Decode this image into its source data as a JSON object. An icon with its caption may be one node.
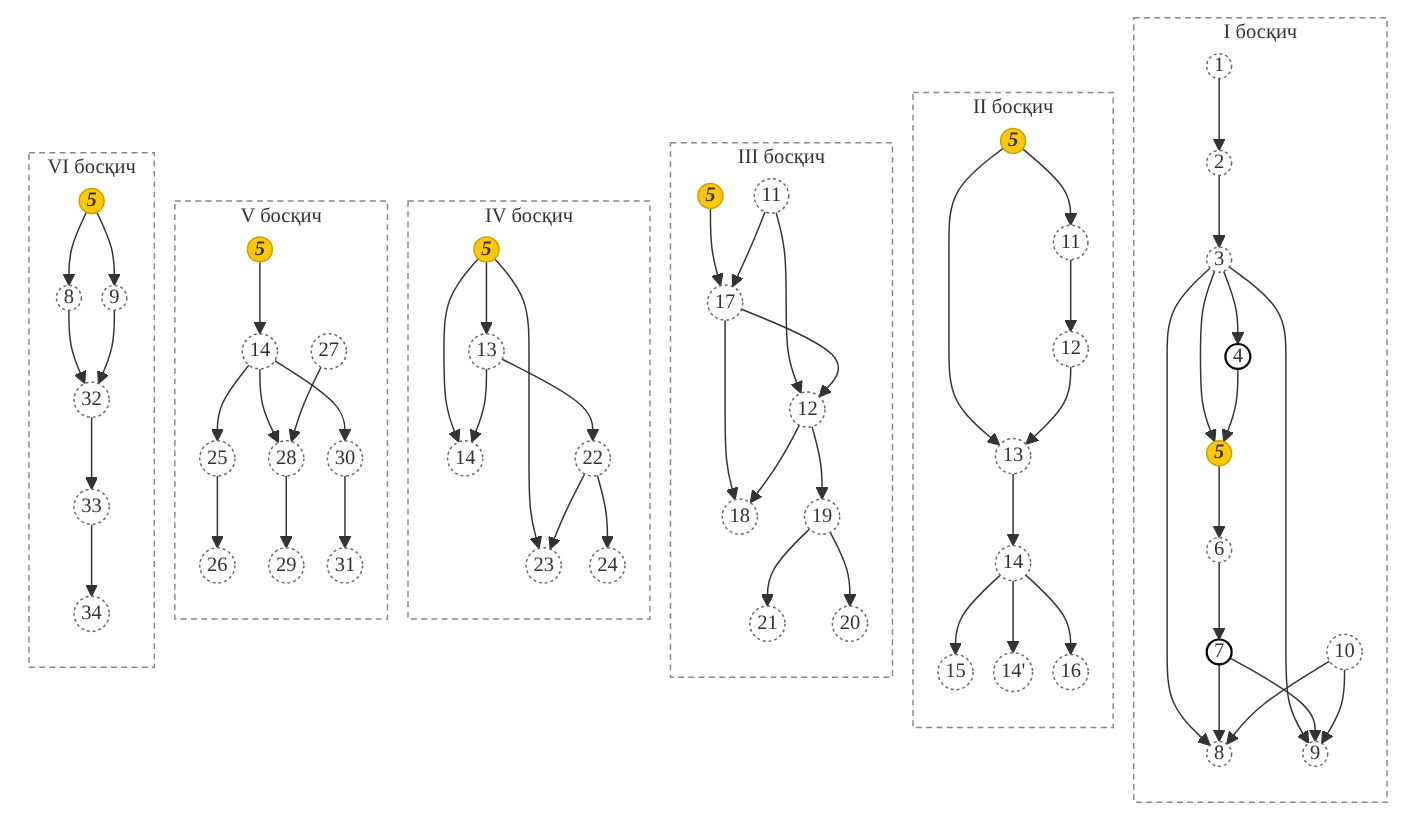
{
  "diagram": {
    "nodes": [
      {
        "text": [
          "I босқич"
        ]
      },
      {
        "text": [
          "1"
        ],
        "in": 0
      },
      {
        "text": [
          "2"
        ],
        "in": 0
      },
      {
        "text": [
          "3"
        ],
        "in": 0
      },
      {
        "text": [
          "4"
        ],
        "in": 0
      },
      {
        "text": [
          "5"
        ],
        "in": 0
      },
      {
        "text": [
          "6"
        ],
        "in": 0
      },
      {
        "text": [
          "7"
        ],
        "in": 0
      },
      {
        "text": [
          "8"
        ],
        "in": 0
      },
      {
        "text": [
          "9"
        ],
        "in": 0
      },
      {
        "text": [
          "10"
        ],
        "in": 0
      },
      {
        "text": [
          "II босқич"
        ]
      },
      {
        "text": [
          "5"
        ],
        "in": 11
      },
      {
        "text": [
          "11"
        ],
        "in": 11
      },
      {
        "text": [
          "12"
        ],
        "in": 11
      },
      {
        "text": [
          "13"
        ],
        "in": 11
      },
      {
        "text": [
          "14"
        ],
        "in": 11
      },
      {
        "text": [
          "15"
        ],
        "in": 11
      },
      {
        "text": [
          "14'"
        ],
        "in": 11
      },
      {
        "text": [
          "16"
        ],
        "in": 11
      },
      {
        "text": [
          "III босқич"
        ]
      },
      {
        "text": [
          "5"
        ],
        "in": 20
      },
      {
        "text": [
          "17"
        ],
        "in": 20
      },
      {
        "text": [
          "11"
        ],
        "in": 20
      },
      {
        "text": [
          "12"
        ],
        "in": 20
      },
      {
        "text": [
          "18"
        ],
        "in": 20
      },
      {
        "text": [
          "19"
        ],
        "in": 20
      },
      {
        "text": [
          "20"
        ],
        "in": 20
      },
      {
        "text": [
          "21"
        ],
        "in": 20
      },
      {
        "text": [
          "IV босқич"
        ]
      },
      {
        "text": [
          "5"
        ],
        "in": 29
      },
      {
        "text": [
          "13"
        ],
        "in": 29
      },
      {
        "text": [
          "14"
        ],
        "in": 29
      },
      {
        "text": [
          "22"
        ],
        "in": 29
      },
      {
        "text": [
          "23"
        ],
        "in": 29
      },
      {
        "text": [
          "24"
        ],
        "in": 29
      },
      {
        "text": [
          "V босқич"
        ]
      },
      {
        "text": [
          "5"
        ],
        "in": 36
      },
      {
        "text": [
          "14"
        ],
        "in": 36
      },
      {
        "text": [
          "25"
        ],
        "in": 36
      },
      {
        "text": [
          "26"
        ],
        "in": 36
      },
      {
        "text": [
          "27"
        ],
        "in": 36
      },
      {
        "text": [
          "28"
        ],
        "in": 36
      },
      {
        "text": [
          "29"
        ],
        "in": 36
      },
      {
        "text": [
          "30"
        ],
        "in": 36
      },
      {
        "text": [
          "31"
        ],
        "in": 36
      },
      {
        "text": [
          "VI босқич"
        ]
      },
      {
        "text": [
          "5"
        ],
        "in": 46
      },
      {
        "text": [
          "8"
        ],
        "in": 46
      },
      {
        "text": [
          "9"
        ],
        "in": 46
      },
      {
        "text": [
          "32"
        ],
        "in": 46
      },
      {
        "text": [
          "33"
        ],
        "in": 46
      },
      {
        "text": [
          "34"
        ],
        "in": 46
      }
    ],
    "edges": [
      {
        "from": 1,
        "to": 2,
        "arrow": "to"
      },
      {
        "from": 2,
        "to": 3,
        "arrow": "to"
      },
      {
        "from": 3,
        "to": 4,
        "arrow": "to"
      },
      {
        "from": 3,
        "to": 8,
        "arrow": "to"
      },
      {
        "from": 3,
        "to": 9,
        "arrow": "to"
      },
      {
        "from": 3,
        "to": 5,
        "arrow": "to"
      },
      {
        "from": 4,
        "to": 5,
        "arrow": "to"
      },
      {
        "from": 5,
        "to": 6,
        "arrow": "to"
      },
      {
        "from": 6,
        "to": 7,
        "arrow": "to"
      },
      {
        "from": 7,
        "to": 8,
        "arrow": "to"
      },
      {
        "from": 7,
        "to": 9,
        "arrow": "to"
      },
      {
        "from": 10,
        "to": 8,
        "arrow": "to"
      },
      {
        "from": 10,
        "to": 9,
        "arrow": "to"
      },
      {
        "from": 12,
        "to": 13,
        "arrow": "to"
      },
      {
        "from": 12,
        "to": 15,
        "arrow": "to"
      },
      {
        "from": 13,
        "to": 14,
        "arrow": "to"
      },
      {
        "from": 14,
        "to": 15,
        "arrow": "to"
      },
      {
        "from": 15,
        "to": 16,
        "arrow": "to"
      },
      {
        "from": 16,
        "to": 17,
        "arrow": "to"
      },
      {
        "from": 16,
        "to": 18,
        "arrow": "to"
      },
      {
        "from": 16,
        "to": 19,
        "arrow": "to"
      },
      {
        "from": 21,
        "to": 22,
        "arrow": "to"
      },
      {
        "from": 23,
        "to": 22,
        "arrow": "to"
      },
      {
        "from": 23,
        "to": 24,
        "arrow": "to"
      },
      {
        "from": 22,
        "to": 24,
        "arrow": "to"
      },
      {
        "from": 22,
        "to": 25,
        "arrow": "to"
      },
      {
        "from": 24,
        "to": 25,
        "arrow": "to"
      },
      {
        "from": 24,
        "to": 26,
        "arrow": "to"
      },
      {
        "from": 26,
        "to": 28,
        "arrow": "to"
      },
      {
        "from": 26,
        "to": 27,
        "arrow": "to"
      },
      {
        "from": 30,
        "to": 31,
        "arrow": "to"
      },
      {
        "from": 30,
        "to": 32,
        "arrow": "to"
      },
      {
        "from": 30,
        "to": 34,
        "arrow": "to"
      },
      {
        "from": 31,
        "to": 32,
        "arrow": "to"
      },
      {
        "from": 31,
        "to": 33,
        "arrow": "to"
      },
      {
        "from": 33,
        "to": 34,
        "arrow": "to"
      },
      {
        "from": 33,
        "to": 35,
        "arrow": "to"
      },
      {
        "from": 37,
        "to": 38,
        "arrow": "to"
      },
      {
        "from": 38,
        "to": 39,
        "arrow": "to"
      },
      {
        "from": 38,
        "to": 42,
        "arrow": "to"
      },
      {
        "from": 38,
        "to": 44,
        "arrow": "to"
      },
      {
        "from": 39,
        "to": 40,
        "arrow": "to"
      },
      {
        "from": 41,
        "to": 42,
        "arrow": "to"
      },
      {
        "from": 42,
        "to": 43,
        "arrow": "to"
      },
      {
        "from": 44,
        "to": 45,
        "arrow": "to"
      },
      {
        "from": 47,
        "to": 48,
        "arrow": "to"
      },
      {
        "from": 47,
        "to": 49,
        "arrow": "to"
      },
      {
        "from": 48,
        "to": 50,
        "arrow": "to"
      },
      {
        "from": 49,
        "to": 50,
        "arrow": "to"
      },
      {
        "from": 50,
        "to": 51,
        "arrow": "to"
      },
      {
        "from": 51,
        "to": 52,
        "arrow": "to"
      }
    ]
  }
}
